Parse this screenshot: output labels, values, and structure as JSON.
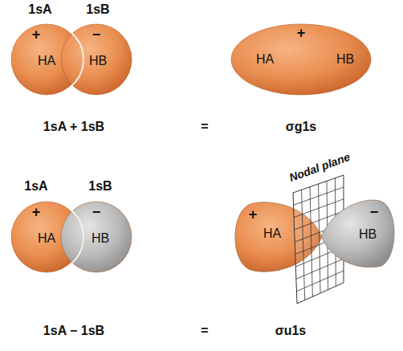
{
  "diagram": {
    "nodes": [
      {
        "text": [
          "+",
          "HA"
        ]
      },
      {
        "text": [
          "−",
          "HB"
        ]
      },
      {
        "text": [
          "+",
          "HA",
          "HB"
        ]
      },
      {
        "text": [
          "+",
          "HA"
        ]
      },
      {
        "text": [
          "−",
          "HB"
        ]
      },
      {
        "text": [
          "+",
          "HA"
        ]
      },
      {
        "text": [
          "−",
          "HB"
        ]
      }
    ],
    "labels": [
      "1sA",
      "1sB",
      "1sA + 1sB",
      "=",
      "σg1s",
      "Nodal plane",
      "1sA",
      "1sB",
      "1sA − 1sB",
      "=",
      "σu1s"
    ]
  }
}
